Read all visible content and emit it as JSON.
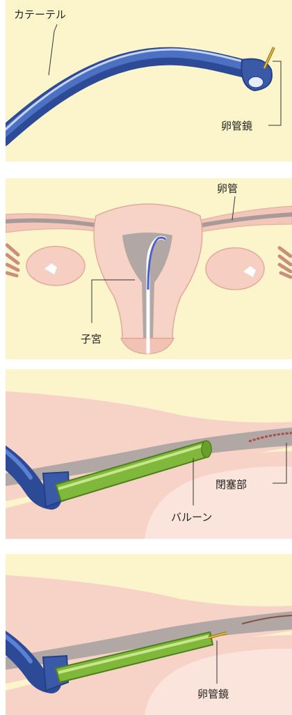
{
  "panels": [
    {
      "labels": {
        "catheter": "カテーテル",
        "falloposcope": "卵管鏡"
      }
    },
    {
      "labels": {
        "fallopian_tube": "卵管",
        "uterus": "子宮"
      }
    },
    {
      "labels": {
        "occlusion": "閉塞部",
        "balloon": "バルーン"
      }
    },
    {
      "labels": {
        "falloposcope": "卵管鏡"
      }
    }
  ],
  "colors": {
    "background": "#fcf5cc",
    "tissue_pink": "#f6d2c7",
    "tissue_dark": "#ecbcae",
    "tube_lumen": "#b1a7a4",
    "catheter_blue": "#3a5aa8",
    "balloon_green": "#8ec63f"
  }
}
